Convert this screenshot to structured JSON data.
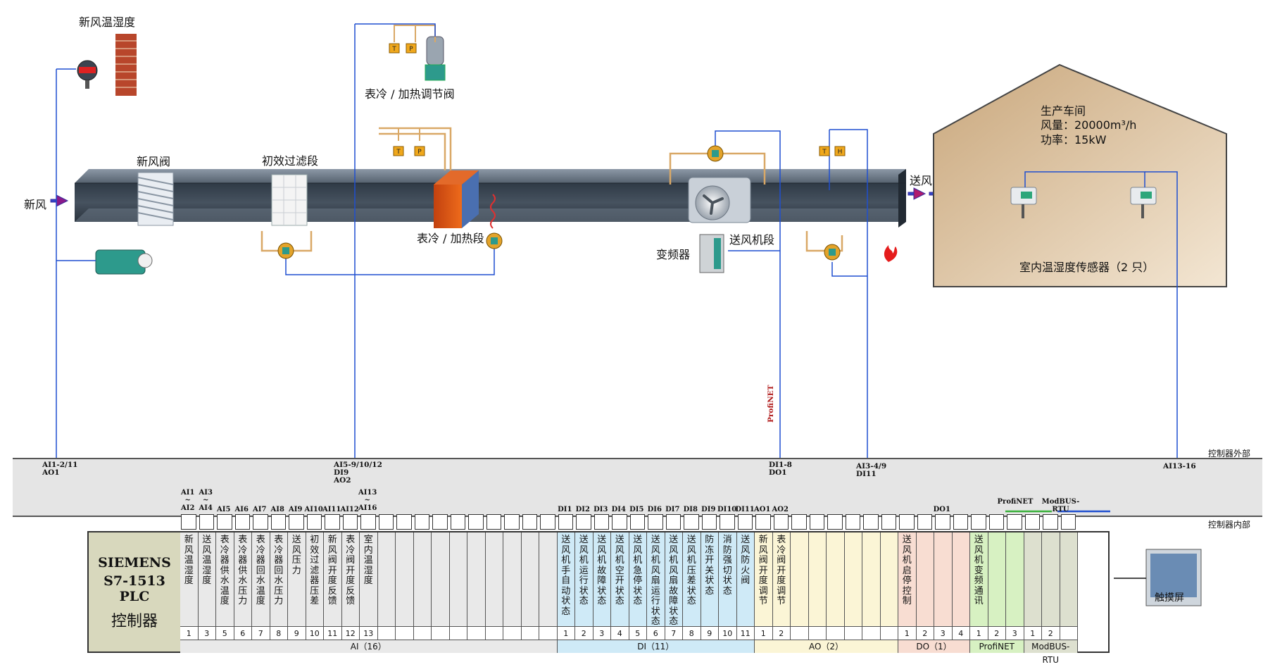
{
  "labels": {
    "fresh_air_th": "新风温湿度",
    "fresh_damper": "新风阀",
    "primary_filter": "初效过滤段",
    "fresh_air": "新风",
    "cooling_valve": "表冷 / 加热调节阀",
    "cooling_section": "表冷 / 加热段",
    "vfd": "变频器",
    "supply_fan_section": "送风机段",
    "supply_air": "送风",
    "workshop_title": "生产车间",
    "workshop_air": "风量：20000m³/h",
    "workshop_power": "功率：15kW",
    "indoor_sensor": "室内温湿度传感器（2 只）",
    "profinet_vertical": "ProfiNET",
    "outside_zone": "控制器外部",
    "inside_zone": "控制器内部",
    "touch_screen": "触摸屏"
  },
  "instrument_tags": {
    "T": "T",
    "P": "P",
    "H": "H"
  },
  "bus_signals": [
    {
      "line1": "AI1-2/11",
      "line2": "AO1"
    },
    {
      "line1": "AI5-9/10/12",
      "line2": "DI9",
      "line3": "AO2"
    },
    {
      "line1": "DI1-8",
      "line2": "DO1"
    },
    {
      "line1": "AI3-4/9",
      "line2": "DI11"
    },
    {
      "line1": "AI13-16"
    }
  ],
  "plc": {
    "line1": "SIEMENS",
    "line2": "S7-1513 PLC",
    "line3": "控制器"
  },
  "channel_headers": [
    {
      "top": "AI1",
      "mid": "~",
      "bottom": "AI2"
    },
    {
      "top": "AI3",
      "mid": "~",
      "bottom": "AI4"
    },
    {
      "bottom": "AI5"
    },
    {
      "bottom": "AI6"
    },
    {
      "bottom": "AI7"
    },
    {
      "bottom": "AI8"
    },
    {
      "bottom": "AI9"
    },
    {
      "bottom": "AI10"
    },
    {
      "bottom": "AI11"
    },
    {
      "bottom": "AI12"
    },
    {
      "top": "AI13",
      "mid": "~",
      "bottom": "AI16"
    },
    {
      "bottom": "DI1"
    },
    {
      "bottom": "DI2"
    },
    {
      "bottom": "DI3"
    },
    {
      "bottom": "DI4"
    },
    {
      "bottom": "DI5"
    },
    {
      "bottom": "DI6"
    },
    {
      "bottom": "DI7"
    },
    {
      "bottom": "DI8"
    },
    {
      "bottom": "DI9"
    },
    {
      "bottom": "DI10"
    },
    {
      "bottom": "DI11"
    },
    {
      "bottom": "AO1"
    },
    {
      "bottom": "AO2"
    },
    {
      "bottom": "DO1"
    },
    {
      "bottom": "ProfiNET"
    },
    {
      "bottom": "ModBUS-RTU"
    }
  ],
  "channels": {
    "AI": [
      "新风温湿度",
      "送风温湿度",
      "表冷器供水温度",
      "表冷器供水压力",
      "表冷器回水温度",
      "表冷器回水压力",
      "送风压力",
      "初效过滤器压差",
      "新风阀开度反馈",
      "表冷阀开度反馈",
      "室内温湿度"
    ],
    "AI_nums": [
      "1",
      "3",
      "5",
      "6",
      "7",
      "8",
      "9",
      "10",
      "11",
      "12",
      "13"
    ],
    "DI": [
      "送风机手自动状态",
      "送风机运行状态",
      "送风机故障状态",
      "送风机空开状态",
      "送风机急停状态",
      "送风机风扇运行状态",
      "送风机风扇故障状态",
      "送风机压差状态",
      "防冻开关状态",
      "消防强切状态",
      "送风防火阀"
    ],
    "DI_nums": [
      "1",
      "2",
      "3",
      "4",
      "5",
      "6",
      "7",
      "8",
      "9",
      "10",
      "11"
    ],
    "AO": [
      "新风阀开度调节",
      "表冷阀开度调节"
    ],
    "AO_nums": [
      "1",
      "2"
    ],
    "DO": [
      "送风机启停控制"
    ],
    "DO_nums": [
      "1",
      "2",
      "3",
      "4"
    ],
    "PN": [
      "送风机变频通讯"
    ],
    "PN_nums": [
      "1",
      "2",
      "3"
    ],
    "MB_nums": [
      "1",
      "2"
    ]
  },
  "groups": {
    "AI": "AI（16）",
    "DI": "DI（11）",
    "AO": "AO（2）",
    "DO": "DO（1）",
    "PN": "ProfiNET",
    "MB": "ModBUS-RTU"
  },
  "colors": {
    "signal_line": "#1f4fd0",
    "pipe": "#d9a866",
    "duct": "#3b4652",
    "ai_bg": "#e9e9e9",
    "di_bg": "#cfeaf7",
    "ao_bg": "#fbf5d6",
    "do_bg": "#f8ddd2",
    "pn_bg": "#d7f1c2",
    "mb_bg": "#dde0cf",
    "plc_bg": "#d8d8bd"
  }
}
